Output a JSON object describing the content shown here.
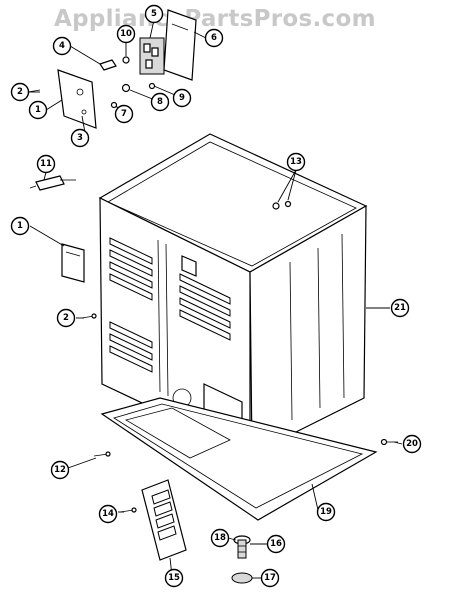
{
  "watermark": "AppliancePartsPros.com",
  "callouts": {
    "c1a": "1",
    "c1b": "1",
    "c2a": "2",
    "c2b": "2",
    "c3": "3",
    "c4": "4",
    "c5": "5",
    "c6": "6",
    "c7": "7",
    "c8": "8",
    "c9": "9",
    "c10": "10",
    "c11": "11",
    "c12": "12",
    "c13": "13",
    "c14": "14",
    "c15": "15",
    "c16": "16",
    "c17": "17",
    "c18": "18",
    "c19": "19",
    "c20": "20",
    "c21": "21"
  }
}
